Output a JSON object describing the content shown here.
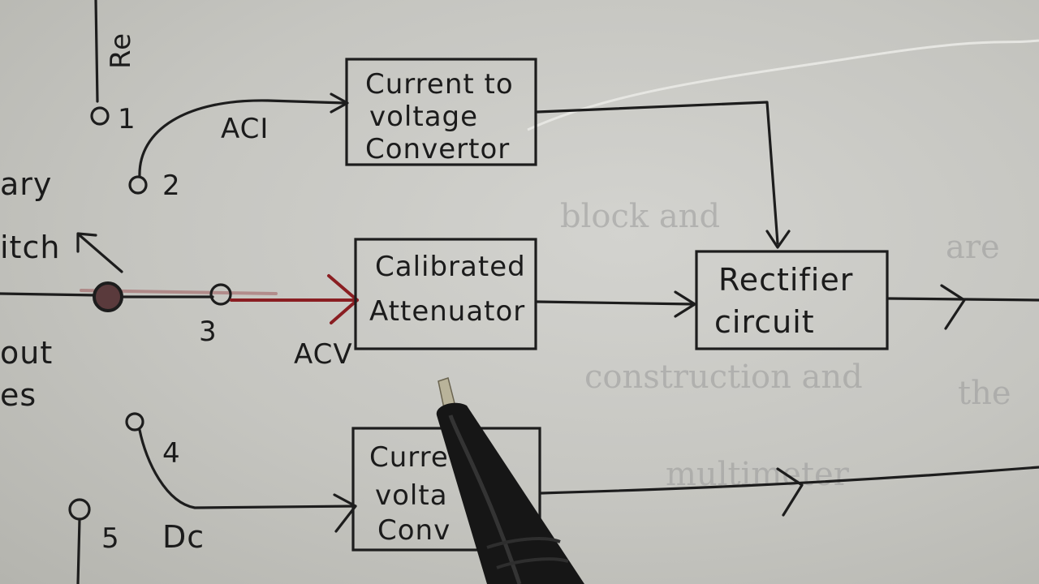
{
  "blocks": {
    "current_to_voltage_top": [
      "Current to",
      "voltage",
      "Convertor"
    ],
    "calibrated_attenuator": [
      "Calibrated",
      "Attenuator"
    ],
    "rectifier_circuit": [
      "Rectifier",
      "circuit"
    ],
    "current_to_voltage_bottom": [
      "Curre",
      "volta",
      "Conv"
    ]
  },
  "signal_labels": {
    "aci": "ACI",
    "acv": "ACV",
    "dc": "Dc"
  },
  "terminals": {
    "t1": "1",
    "t2": "2",
    "t3": "3",
    "t4": "4",
    "t5": "5"
  },
  "edge_text": {
    "top_left_vertical": "Re",
    "rotary": "ary",
    "switch": "itch",
    "input": "out",
    "input2": "es"
  },
  "ghost_text": {
    "g1": "are",
    "g2": "the",
    "g3": "construction and",
    "g4": "multimeter",
    "g5": "block and"
  }
}
